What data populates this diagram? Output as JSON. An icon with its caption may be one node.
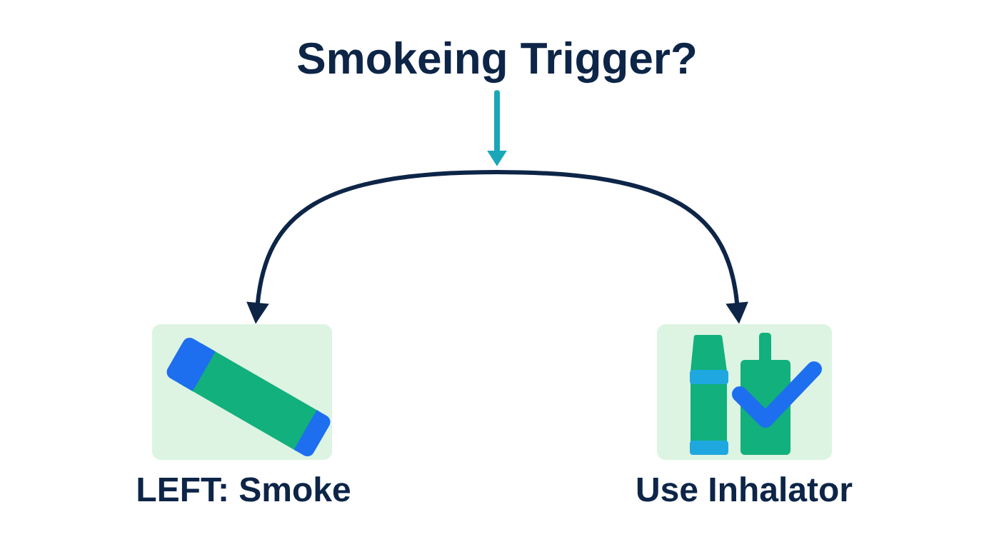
{
  "diagram": {
    "nodes": [
      {
        "text": [
          "Smokeing Trigger?"
        ]
      },
      {
        "text": [
          "LEFT: Smoke"
        ]
      },
      {
        "text": [
          "Use Inhalator"
        ]
      }
    ],
    "edges": [
      {
        "from": 0,
        "to": null,
        "arrow": "to",
        "color": "#1aa7b8"
      },
      {
        "from": null,
        "to": 1,
        "arrow": "to"
      },
      {
        "from": null,
        "to": 2,
        "arrow": "to"
      }
    ]
  }
}
